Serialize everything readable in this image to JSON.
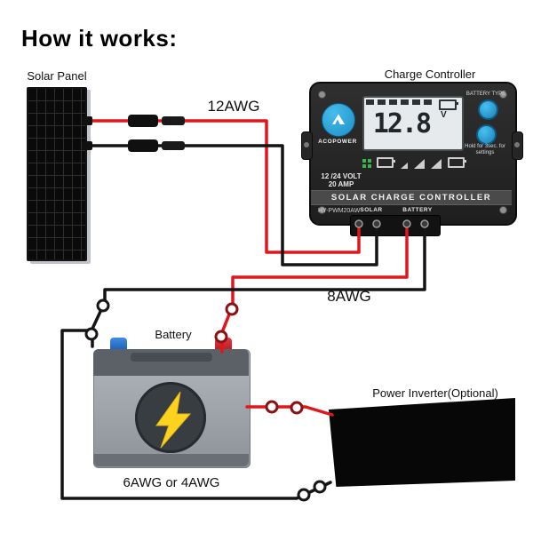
{
  "title": "How it works:",
  "labels": {
    "solar_panel": "Solar Panel",
    "charge_controller": "Charge Controller",
    "battery": "Battery",
    "power_inverter": "Power Inverter(Optional)",
    "wire_panel_to_controller": "12AWG",
    "wire_controller_to_battery": "8AWG",
    "wire_battery_to_inverter": "6AWG or 4AWG"
  },
  "controller": {
    "brand": "ACOPOWER",
    "display_value": "12.8",
    "display_unit": "V",
    "spec_line1": "12 /24 VOLT",
    "spec_line2": "20 AMP",
    "strip_label": "SOLAR CHARGE CONTROLLER",
    "model": "HY-PWM20AW",
    "terminal_solar_label": "SOLAR",
    "terminal_battery_label": "BATTERY",
    "button_top_caption": "BATTERY TYPE",
    "button_bottom_caption": "Hold for 3sec. for settings"
  },
  "colors": {
    "wire_red": "#e0161d",
    "wire_black": "#141414",
    "accent_blue": "#2fa8e0",
    "bolt_yellow": "#ffd21f",
    "battery_positive": "#d9252b",
    "battery_negative": "#1f6fd0"
  },
  "icons": {
    "acopower-logo-icon": "white mountain in blue circle",
    "lightning-bolt-icon": "yellow bolt in dark circle",
    "mc4-connector-icon": "black inline cable connector pair",
    "ring-terminal-icon": "open ring cable lug",
    "screw-icon": "gray round screw head"
  }
}
